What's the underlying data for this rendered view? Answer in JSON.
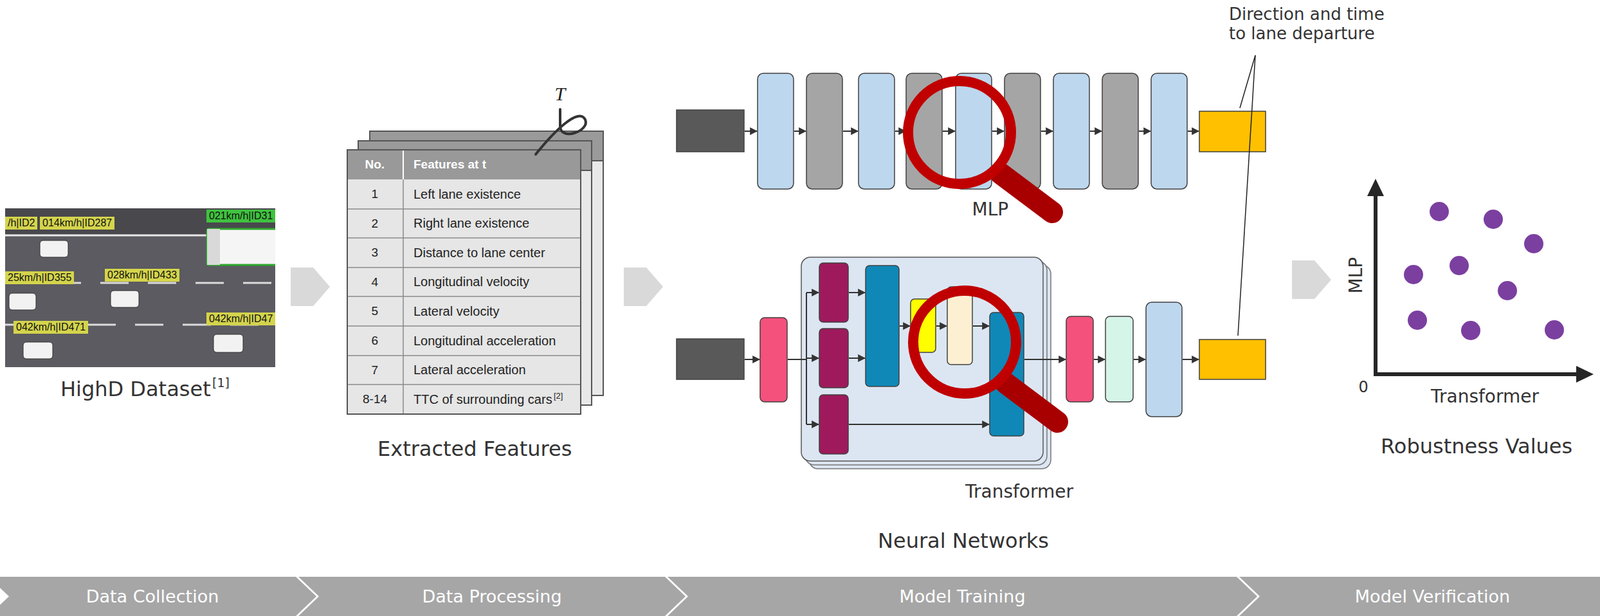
{
  "diagram": {
    "nodes": [
      {
        "text": [
          "Data Collection"
        ]
      },
      {
        "text": [
          "Data Processing"
        ]
      },
      {
        "text": [
          "Model Training"
        ]
      },
      {
        "text": [
          "Model Verification"
        ]
      }
    ],
    "labels": [
      "/h|ID2",
      "014km/h|ID287",
      "021km/h|ID31",
      "25km/h|ID355",
      "028km/h|ID433",
      "042km/h|ID471",
      "042km/h|ID47",
      "HighD Dataset",
      "[1]",
      "T",
      "No.",
      "Features at t",
      "1",
      "Left lane existence",
      "2",
      "Right lane existence",
      "3",
      "Distance to lane center",
      "4",
      "Longitudinal velocity",
      "5",
      "Lateral velocity",
      "6",
      "Longitudinal acceleration",
      "7",
      "Lateral acceleration",
      "8-14",
      "TTC of surrounding cars",
      "[2]",
      "Extracted Features",
      "Direction and time to lane departure",
      "MLP",
      "Transformer",
      "Neural Networks",
      "MLP",
      "0",
      "Transformer",
      "Robustness Values"
    ]
  }
}
